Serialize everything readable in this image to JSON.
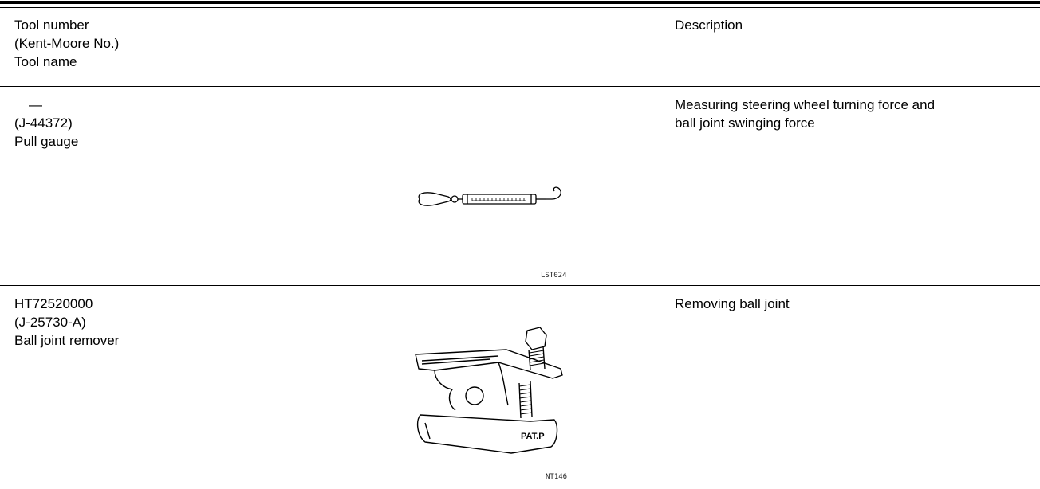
{
  "header": {
    "tool_col_lines": [
      "Tool number",
      "(Kent-Moore No.)",
      "Tool name"
    ],
    "description_col": "Description"
  },
  "rows": [
    {
      "tool_number": "—",
      "kent_moore": "(J-44372)",
      "tool_name": "Pull gauge",
      "description_lines": [
        "Measuring steering wheel turning force and",
        "ball joint swinging force"
      ],
      "figure_code": "LST024"
    },
    {
      "tool_number": "HT72520000",
      "kent_moore": "(J-25730-A)",
      "tool_name": "Ball joint remover",
      "description_lines": [
        "Removing ball joint"
      ],
      "figure_code": "NT146",
      "figure_label": "PAT.P"
    }
  ]
}
